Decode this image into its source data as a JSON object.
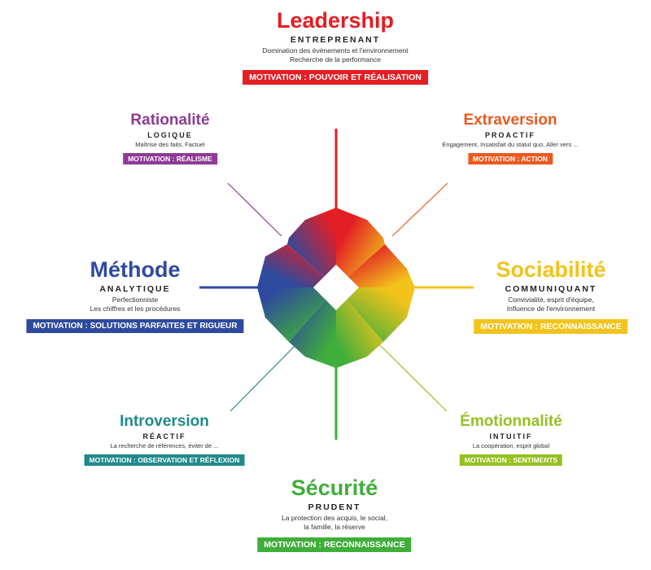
{
  "profiles": {
    "leadership": {
      "title": "Leadership",
      "subtitle": "ENTREPRENANT",
      "desc": [
        "Domination des événements et l'environnement",
        "Recherche de la performance"
      ],
      "motivation": "MOTIVATION : POUVOIR ET RÉALISATION",
      "color": "#e31e24"
    },
    "rationalite": {
      "title": "Rationalité",
      "subtitle": "LOGIQUE",
      "desc": [
        "Maîtrise des faits, Factuel"
      ],
      "motivation": "MOTIVATION : RÉALISME",
      "color": "#8e3a96"
    },
    "extraversion": {
      "title": "Extraversion",
      "subtitle": "PROACTIF",
      "desc": [
        "Engagement, Insatisfait du statut quo, Aller vers ..."
      ],
      "motivation": "MOTIVATION : ACTION",
      "color": "#ea5a1f"
    },
    "methode": {
      "title": "Méthode",
      "subtitle": "ANALYTIQUE",
      "desc": [
        "Perfectionniste",
        "Les chiffres et les procédures"
      ],
      "motivation": "MOTIVATION : SOLUTIONS PARFAITES ET RIGUEUR",
      "color": "#2e4a9e"
    },
    "sociabilite": {
      "title": "Sociabilité",
      "subtitle": "COMMUNIQUANT",
      "desc": [
        "Convivialité, esprit d'équipe,",
        "Influence de l'environnement"
      ],
      "motivation": "MOTIVATION : RECONNAISSANCE",
      "color": "#f2c31b"
    },
    "introversion": {
      "title": "Introversion",
      "subtitle": "RÉACTIF",
      "desc": [
        "La recherche de références, éviter de ..."
      ],
      "motivation": "MOTIVATION : OBSERVATION ET RÉFLEXION",
      "color": "#1f8a8a"
    },
    "emotionnalite": {
      "title": "Émotionnalité",
      "subtitle": "INTUITIF",
      "desc": [
        "La coopération, esprit global"
      ],
      "motivation": "MOTIVATION : SENTIMENTS",
      "color": "#95c11f"
    },
    "securite": {
      "title": "Sécurité",
      "subtitle": "PRUDENT",
      "desc": [
        "La protection des acquis, le social,",
        "la famille, la réserve"
      ],
      "motivation": "MOTIVATION : RECONNAISSANCE",
      "color": "#3fae3a"
    }
  }
}
